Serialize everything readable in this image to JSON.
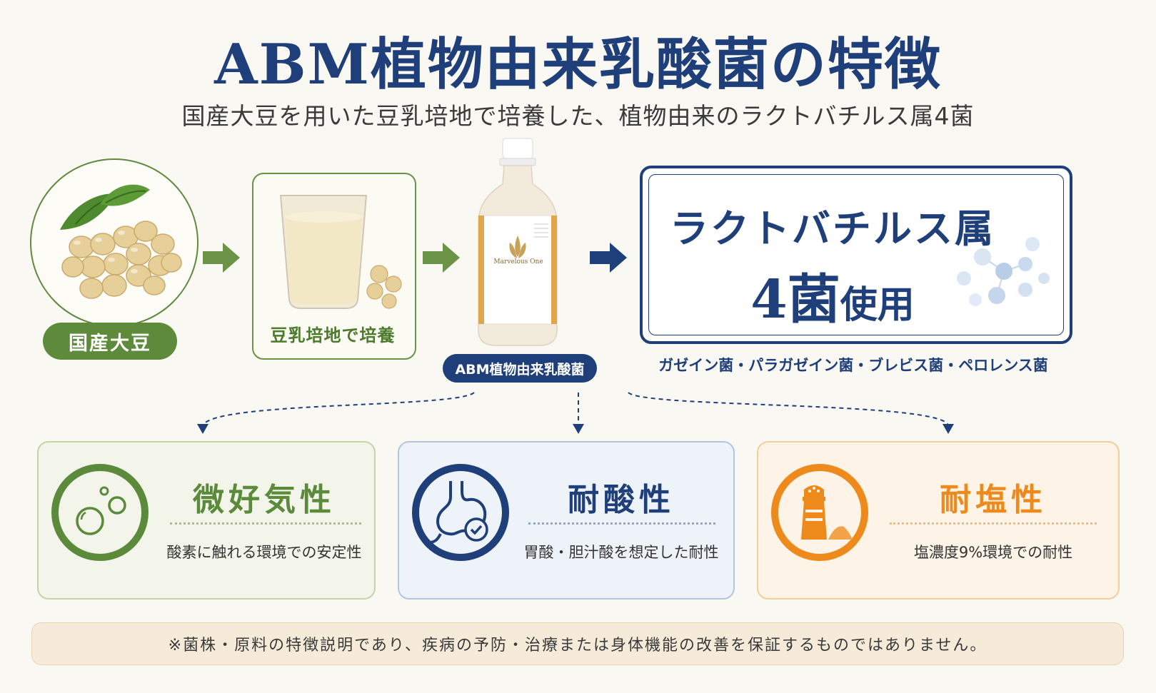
{
  "title": "ABM植物由来乳酸菌の特徴",
  "subtitle": "国産大豆を用いた豆乳培地で培養した、植物由来のラクトバチルス属4菌",
  "flow": {
    "soybean_label": "国産大豆",
    "soymilk_label": "豆乳培地で培養",
    "bottle_label": "ABM植物由来乳酸菌",
    "bottle_brand": "Marvelous One",
    "lacto_line1": "ラクトバチルス属",
    "lacto_count": "4菌",
    "lacto_use": "使用",
    "species": "ガゼイン菌・パラガゼイン菌・ブレビス菌・ペロレンス菌"
  },
  "features": [
    {
      "title": "微好気性",
      "desc": "酸素に触れる環境での安定性",
      "icon": "bubbles-icon",
      "color": "#5b8a3a"
    },
    {
      "title": "耐酸性",
      "desc": "胃酸・胆汁酸を想定した耐性",
      "icon": "stomach-icon",
      "color": "#1f3f7a"
    },
    {
      "title": "耐塩性",
      "desc": "塩濃度9%環境での耐性",
      "icon": "salt-shaker-icon",
      "color": "#ee8a1c"
    }
  ],
  "disclaimer": "※菌株・原料の特徴説明であり、疾病の予防・治療または身体機能の改善を保証するものではありません。",
  "colors": {
    "navy": "#1f3f7a",
    "green": "#5b8a3a",
    "orange": "#ee8a1c"
  }
}
